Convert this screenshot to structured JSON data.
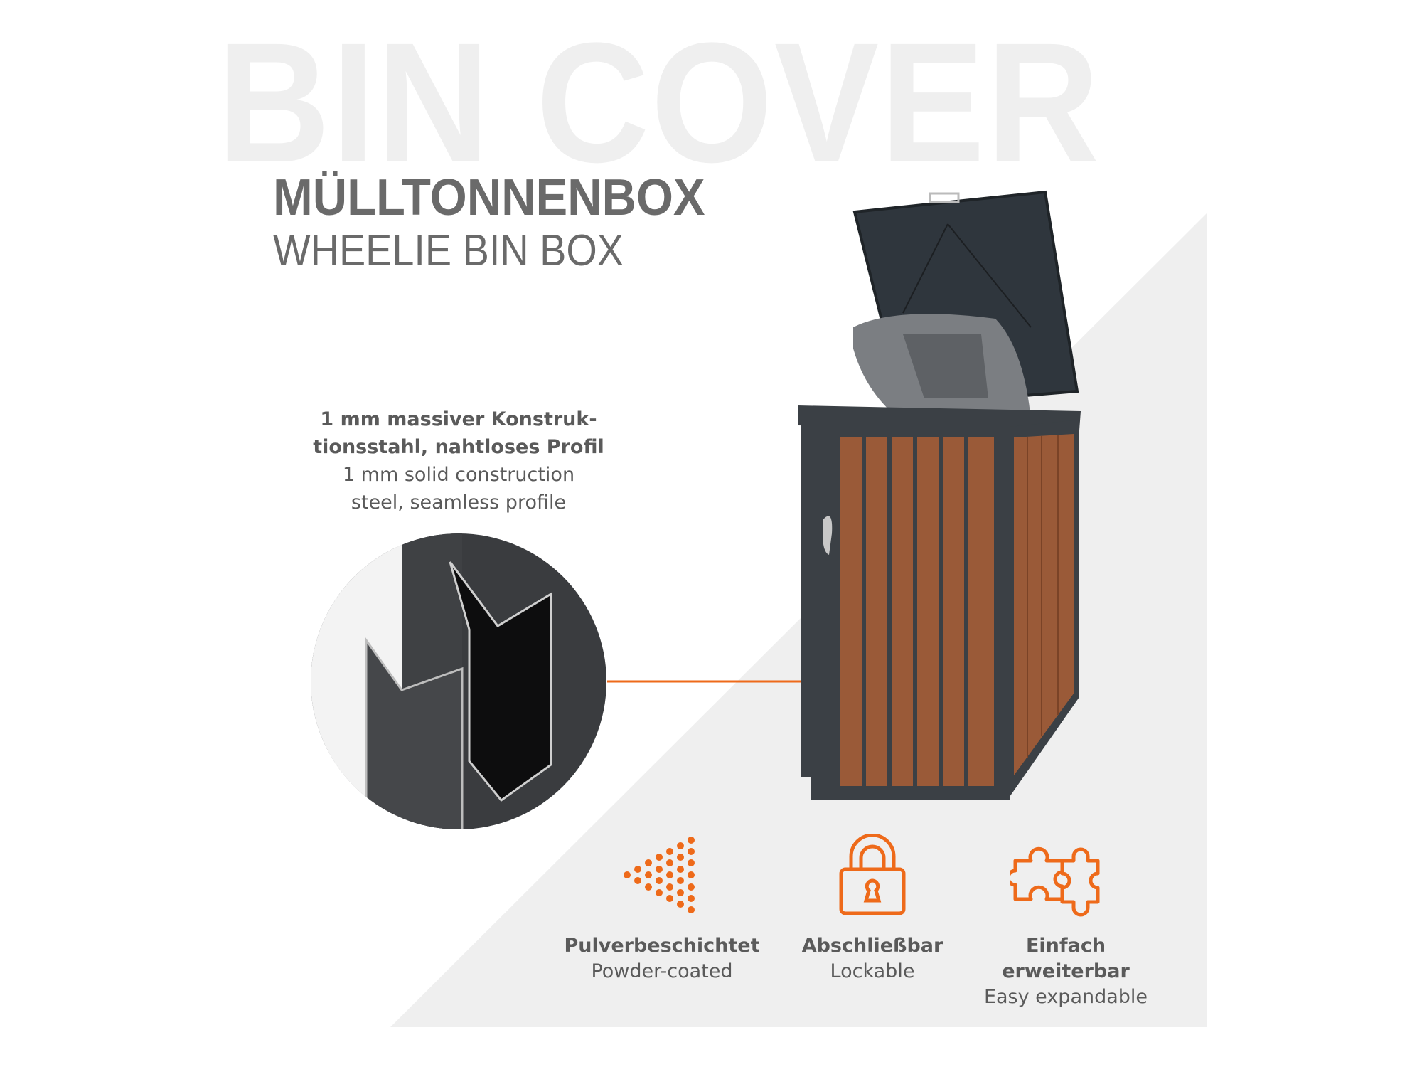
{
  "watermark": "BIN COVER",
  "title": "MÜLLTONNENBOX",
  "subtitle": "WHEELIE BIN BOX",
  "detail": {
    "de_line1": "1 mm massiver Konstruk-",
    "de_line2": "tionsstahl, nahtloses Profil",
    "en_line1": "1 mm solid construction",
    "en_line2": "steel, seamless profile"
  },
  "features": [
    {
      "icon": "spray-dots-icon",
      "de": "Pulverbeschichtet",
      "en": "Powder-coated"
    },
    {
      "icon": "padlock-icon",
      "de": "Abschließbar",
      "en": "Lockable"
    },
    {
      "icon": "puzzle-icon",
      "de": "Einfach erweiterbar",
      "en": "Easy expandable"
    }
  ],
  "colors": {
    "accent": "#ee6a1a",
    "text": "#5a5a5a",
    "frame": "#3b4045",
    "wood": "#9a5a38",
    "bg_triangle": "#efefef"
  }
}
